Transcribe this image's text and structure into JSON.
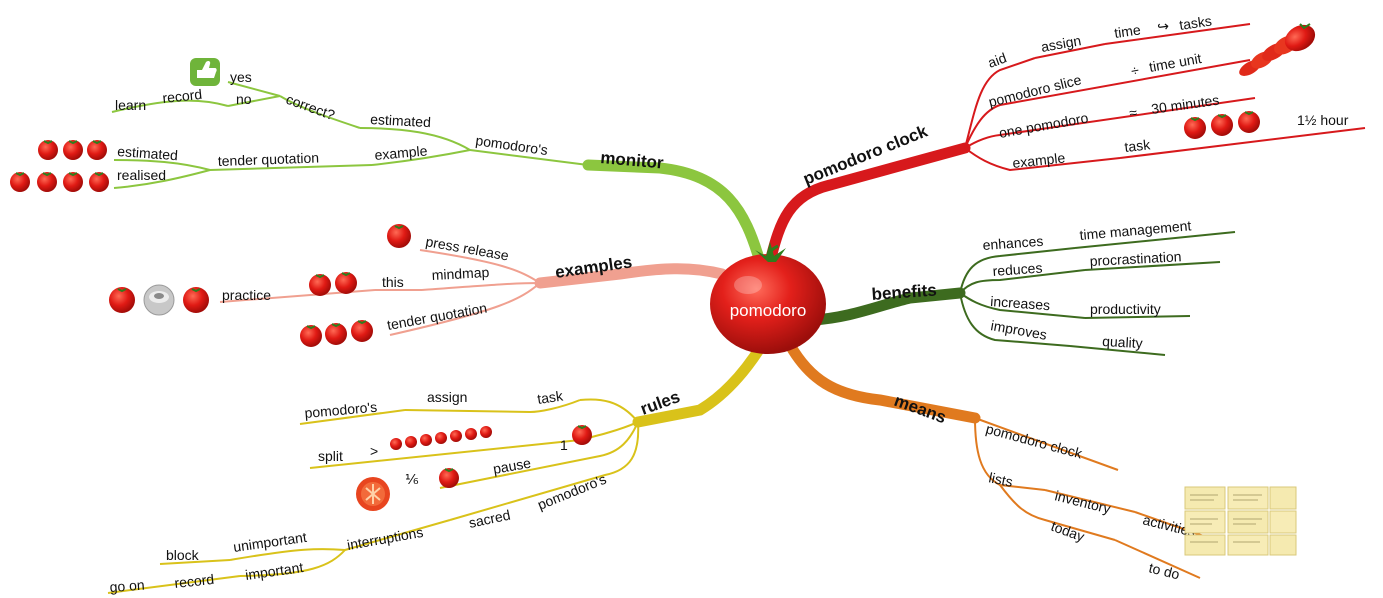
{
  "center": {
    "label": "pomodoro"
  },
  "branches": {
    "monitor": {
      "title": "monitor",
      "pomodoros": "pomodoro's",
      "estimated": "estimated",
      "correct": "correct?",
      "yes": "yes",
      "no": "no",
      "record": "record",
      "learn": "learn",
      "example": "example",
      "tender_quotation": "tender quotation",
      "estimated2": "estimated",
      "realised": "realised"
    },
    "clock": {
      "title": "pomodoro clock",
      "aid": "aid",
      "assign": "assign",
      "time": "time",
      "arrow": "↪",
      "tasks": "tasks",
      "slice": "pomodoro slice",
      "div": "÷",
      "time_unit": "time unit",
      "one": "one pomodoro",
      "approx": "≈",
      "minutes": "30 minutes",
      "example": "example",
      "task": "task",
      "hour": "1½ hour"
    },
    "examples": {
      "title": "examples",
      "press": "press release",
      "mindmap": "mindmap",
      "this": "this",
      "practice": "practice",
      "tender": "tender quotation"
    },
    "benefits": {
      "title": "benefits",
      "enhances": "enhances",
      "time_management": "time management",
      "reduces": "reduces",
      "procrastination": "procrastination",
      "increases": "increases",
      "productivity": "productivity",
      "improves": "improves",
      "quality": "quality"
    },
    "rules": {
      "title": "rules",
      "task": "task",
      "assign": "assign",
      "pomodoros": "pomodoro's",
      "split": "split",
      "gt": ">",
      "pause": "pause",
      "one": "1",
      "sixth": "⅙",
      "pomodoros2": "pomodoro's",
      "sacred": "sacred",
      "interruptions": "interruptions",
      "unimportant": "unimportant",
      "block": "block",
      "important": "important",
      "record": "record",
      "go_on": "go on"
    },
    "means": {
      "title": "means",
      "clock": "pomodoro clock",
      "lists": "lists",
      "inventory": "inventory",
      "activities": "activities",
      "today": "today",
      "todo": "to do"
    }
  },
  "colors": {
    "monitor": "#8cc63f",
    "clock": "#d7191c",
    "examples": "#f0a090",
    "benefits": "#3d6b1f",
    "rules": "#d9c21a",
    "means": "#e07a1f",
    "tomato": "#e3201b"
  }
}
